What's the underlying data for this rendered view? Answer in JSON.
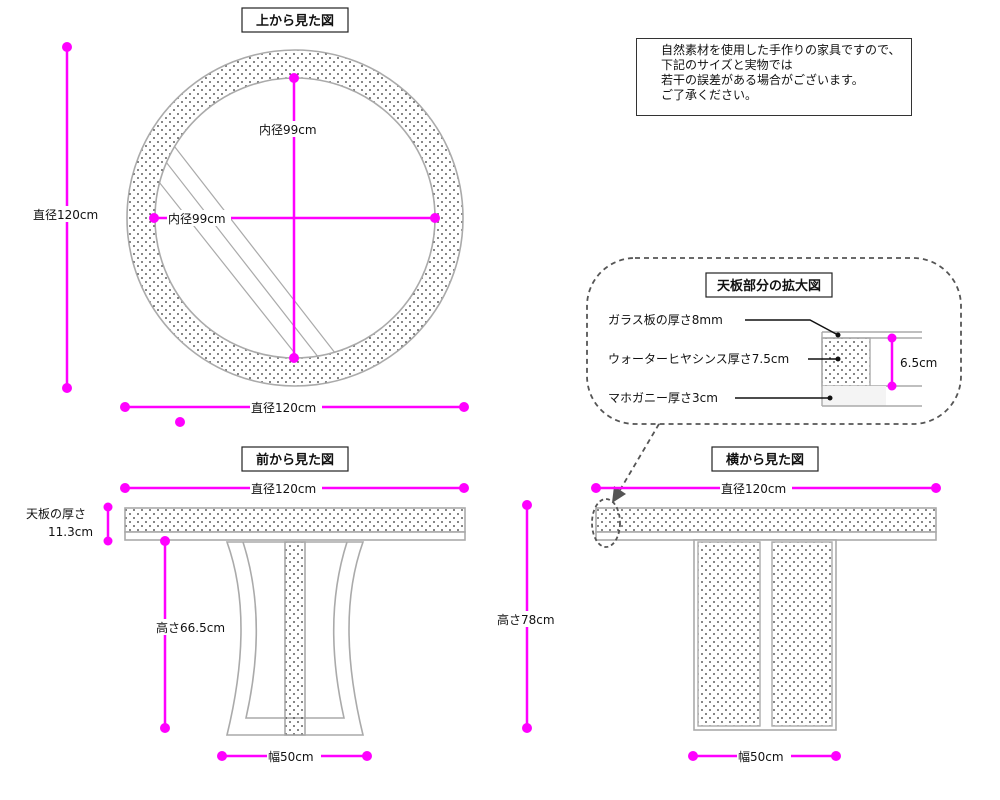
{
  "titles": {
    "top": "上から見た図",
    "front": "前から見た図",
    "side": "横から見た図",
    "detail": "天板部分の拡大図"
  },
  "note": {
    "lines": [
      "自然素材を使用した手作りの家具ですので、",
      "下記のサイズと実物では",
      "若干の誤差がある場合がございます。",
      "ご了承ください。"
    ]
  },
  "top_view": {
    "diameter_left": "直径120cm",
    "diameter_bottom": "直径120cm",
    "inner_vertical": "内径99cm",
    "inner_horizontal": "内径99cm"
  },
  "front_view": {
    "diameter": "直径120cm",
    "top_thickness_label": "天板の厚さ",
    "top_thickness_value": "11.3cm",
    "height": "高さ66.5cm",
    "width": "幅50cm"
  },
  "side_view": {
    "diameter": "直径120cm",
    "height": "高さ78cm",
    "width": "幅50cm"
  },
  "detail": {
    "glass": "ガラス板の厚さ8mm",
    "hyacinth": "ウォーターヒヤシンス厚さ7.5cm",
    "mahogany": "マホガニー厚さ3cm",
    "height": "6.5cm"
  },
  "colors": {
    "dimension": "#ff00ff",
    "outline": "#aaaaaa",
    "dots": "#222222"
  }
}
